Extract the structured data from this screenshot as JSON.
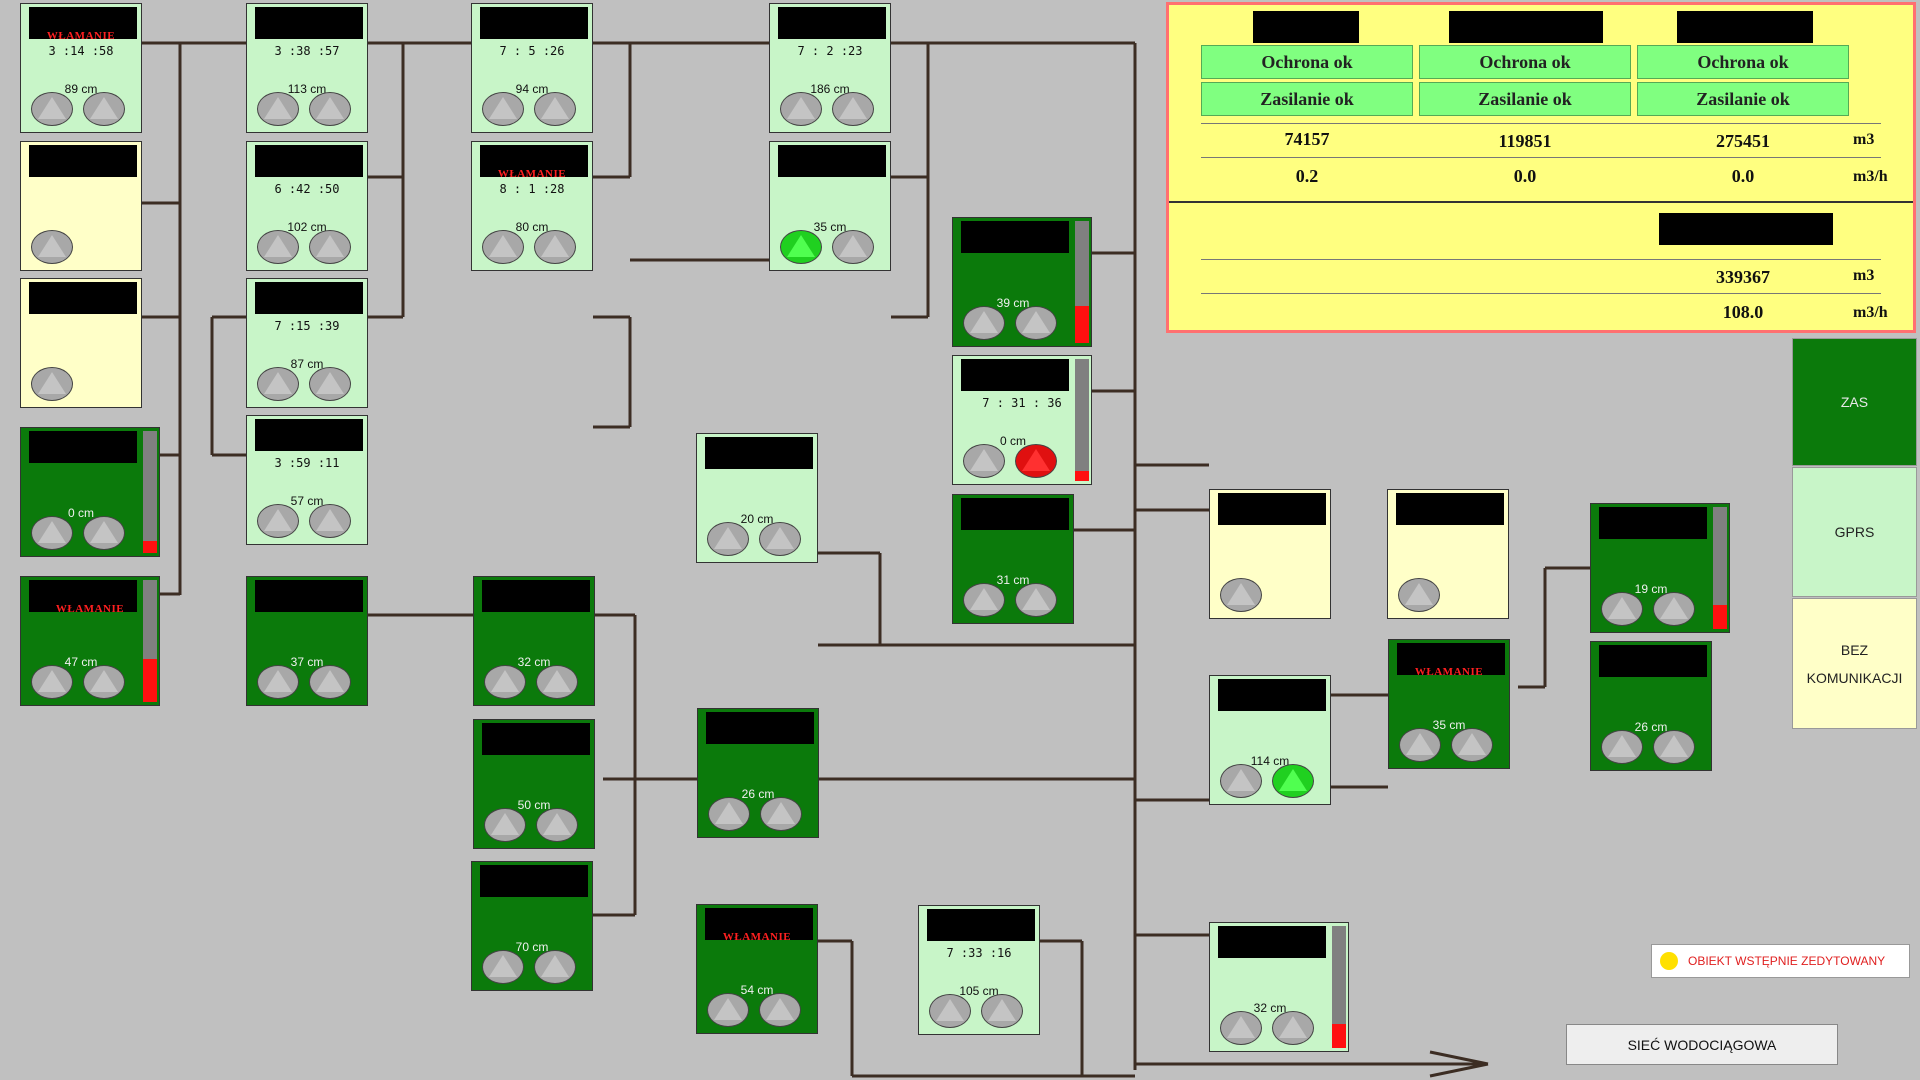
{
  "colors": {
    "pipe": "#3c2d23",
    "light_green": "#c8f5c8",
    "dark_green": "#0b7a0b",
    "light_yellow": "#ffffc8",
    "alarm_red": "#ff2020",
    "summary_bg": "#ffff80"
  },
  "stations": [
    {
      "alarm": "WŁAMANIE",
      "time": "3 :14 :58",
      "level": "89 cm",
      "pumps": [
        "off",
        "off"
      ]
    },
    {
      "time": "3 :38 :57",
      "level": "113 cm",
      "pumps": [
        "off",
        "off"
      ]
    },
    {
      "time": "7 : 5 :26",
      "level": "94 cm",
      "pumps": [
        "off",
        "off"
      ]
    },
    {
      "time": "7 : 2 :23",
      "level": "186 cm",
      "pumps": [
        "off",
        "off"
      ]
    },
    {
      "pumps": [
        "off"
      ]
    },
    {
      "time": "6 :42 :50",
      "level": "102 cm",
      "pumps": [
        "off",
        "off"
      ]
    },
    {
      "alarm": "WŁAMANIE",
      "time": "8 : 1 :28",
      "level": "80 cm",
      "pumps": [
        "off",
        "off"
      ]
    },
    {
      "level": "35 cm",
      "pumps": [
        "on",
        "off"
      ]
    },
    {
      "pumps": [
        "off"
      ]
    },
    {
      "time": "7 :15 :39",
      "level": "87 cm",
      "pumps": [
        "off",
        "off"
      ]
    },
    {
      "time": "3 :59 :11",
      "level": "57 cm",
      "pumps": [
        "off",
        "off"
      ]
    },
    {
      "level": "0 cm",
      "pumps": [
        "off",
        "off"
      ],
      "gauge": 0.1
    },
    {
      "alarm": "WŁAMANIE",
      "level": "47 cm",
      "pumps": [
        "off",
        "off"
      ],
      "gauge": 0.35
    },
    {
      "level": "37 cm",
      "pumps": [
        "off",
        "off"
      ]
    },
    {
      "level": "32 cm",
      "pumps": [
        "off",
        "off"
      ]
    },
    {
      "level": "50 cm",
      "pumps": [
        "off",
        "off"
      ]
    },
    {
      "level": "70 cm",
      "pumps": [
        "off",
        "off"
      ]
    },
    {
      "level": "20 cm",
      "pumps": [
        "off",
        "off"
      ]
    },
    {
      "level": "26 cm",
      "pumps": [
        "off",
        "off"
      ]
    },
    {
      "alarm": "WŁAMANIE",
      "level": "54 cm",
      "pumps": [
        "off",
        "off"
      ]
    },
    {
      "time": "7 :33 :16",
      "level": "105 cm",
      "pumps": [
        "off",
        "off"
      ]
    },
    {
      "level": "39 cm",
      "pumps": [
        "off",
        "off"
      ],
      "gauge": 0.3
    },
    {
      "time": "7 :  31 :  36",
      "level": "0 cm",
      "pumps": [
        "off",
        "fault"
      ],
      "gauge": 0.08
    },
    {
      "level": "31 cm",
      "pumps": [
        "off",
        "off"
      ]
    },
    {
      "pumps": [
        "off"
      ]
    },
    {
      "pumps": [
        "off"
      ]
    },
    {
      "level": "114 cm",
      "pumps": [
        "off",
        "on"
      ]
    },
    {
      "alarm": "WŁAMANIE",
      "level": "35 cm",
      "pumps": [
        "off",
        "off"
      ]
    },
    {
      "level": "19 cm",
      "pumps": [
        "off",
        "off"
      ],
      "gauge": 0.2
    },
    {
      "level": "26 cm",
      "pumps": [
        "off",
        "off"
      ]
    },
    {
      "level": "32 cm",
      "pumps": [
        "off",
        "off"
      ],
      "gauge": 0.2
    }
  ],
  "summary": {
    "protection": [
      "Ochrona ok",
      "Ochrona ok",
      "Ochrona ok"
    ],
    "power": [
      "Zasilanie ok",
      "Zasilanie ok",
      "Zasilanie ok"
    ],
    "volumes": [
      "74157",
      "119851",
      "275451"
    ],
    "flows": [
      "0.2",
      "0.0",
      "0.0"
    ],
    "unit_volume": "m3",
    "unit_flow": "m3/h",
    "total_volume": "339367",
    "total_flow": "108.0",
    "total_unit_volume": "m3",
    "total_unit_flow": "m3/h"
  },
  "legend": {
    "zas": "ZAS",
    "gprs": "GPRS",
    "bez": "BEZ\nKOMUNIKACJI"
  },
  "note": "OBIEKT WSTĘPNIE ZEDYTOWANY",
  "network_button": "SIEĆ WODOCIĄGOWA"
}
